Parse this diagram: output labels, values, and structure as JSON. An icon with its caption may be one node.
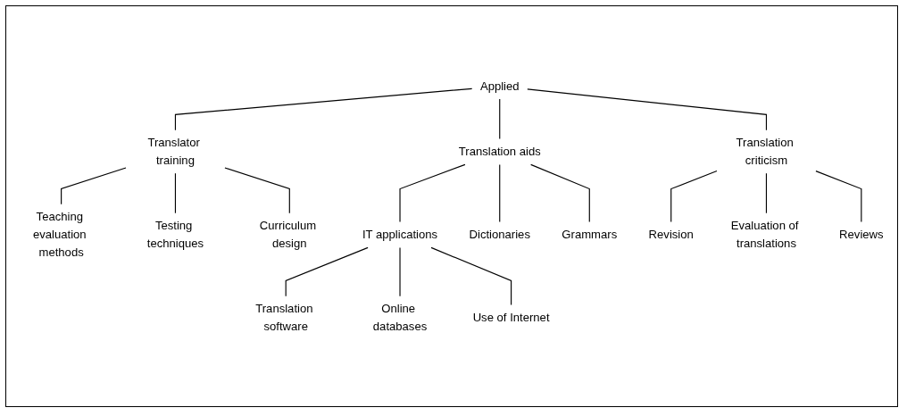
{
  "diagram": {
    "nodes": [
      {
        "text": [
          "Applied"
        ]
      },
      {
        "text": [
          "Translator training"
        ]
      },
      {
        "text": [
          "Translation aids"
        ]
      },
      {
        "text": [
          "Translation criticism"
        ]
      },
      {
        "text": [
          "Teaching evaluation methods"
        ]
      },
      {
        "text": [
          "Testing techniques"
        ]
      },
      {
        "text": [
          "Curriculum design"
        ]
      },
      {
        "text": [
          "IT applications"
        ]
      },
      {
        "text": [
          "Dictionaries"
        ]
      },
      {
        "text": [
          "Grammars"
        ]
      },
      {
        "text": [
          "Revision"
        ]
      },
      {
        "text": [
          "Evaluation of translations"
        ]
      },
      {
        "text": [
          "Reviews"
        ]
      },
      {
        "text": [
          "Translation software"
        ]
      },
      {
        "text": [
          "Online databases"
        ]
      },
      {
        "text": [
          "Use of Internet"
        ]
      }
    ],
    "edges": [
      {
        "from": 0,
        "to": 1,
        "arrow": "none"
      },
      {
        "from": 0,
        "to": 2,
        "arrow": "none"
      },
      {
        "from": 0,
        "to": 3,
        "arrow": "none"
      },
      {
        "from": 1,
        "to": 4,
        "arrow": "none"
      },
      {
        "from": 1,
        "to": 5,
        "arrow": "none"
      },
      {
        "from": 1,
        "to": 6,
        "arrow": "none"
      },
      {
        "from": 2,
        "to": 7,
        "arrow": "none"
      },
      {
        "from": 2,
        "to": 8,
        "arrow": "none"
      },
      {
        "from": 2,
        "to": 9,
        "arrow": "none"
      },
      {
        "from": 3,
        "to": 10,
        "arrow": "none"
      },
      {
        "from": 3,
        "to": 11,
        "arrow": "none"
      },
      {
        "from": 3,
        "to": 12,
        "arrow": "none"
      },
      {
        "from": 7,
        "to": 13,
        "arrow": "none"
      },
      {
        "from": 7,
        "to": 14,
        "arrow": "none"
      },
      {
        "from": 7,
        "to": 15,
        "arrow": "none"
      }
    ]
  }
}
